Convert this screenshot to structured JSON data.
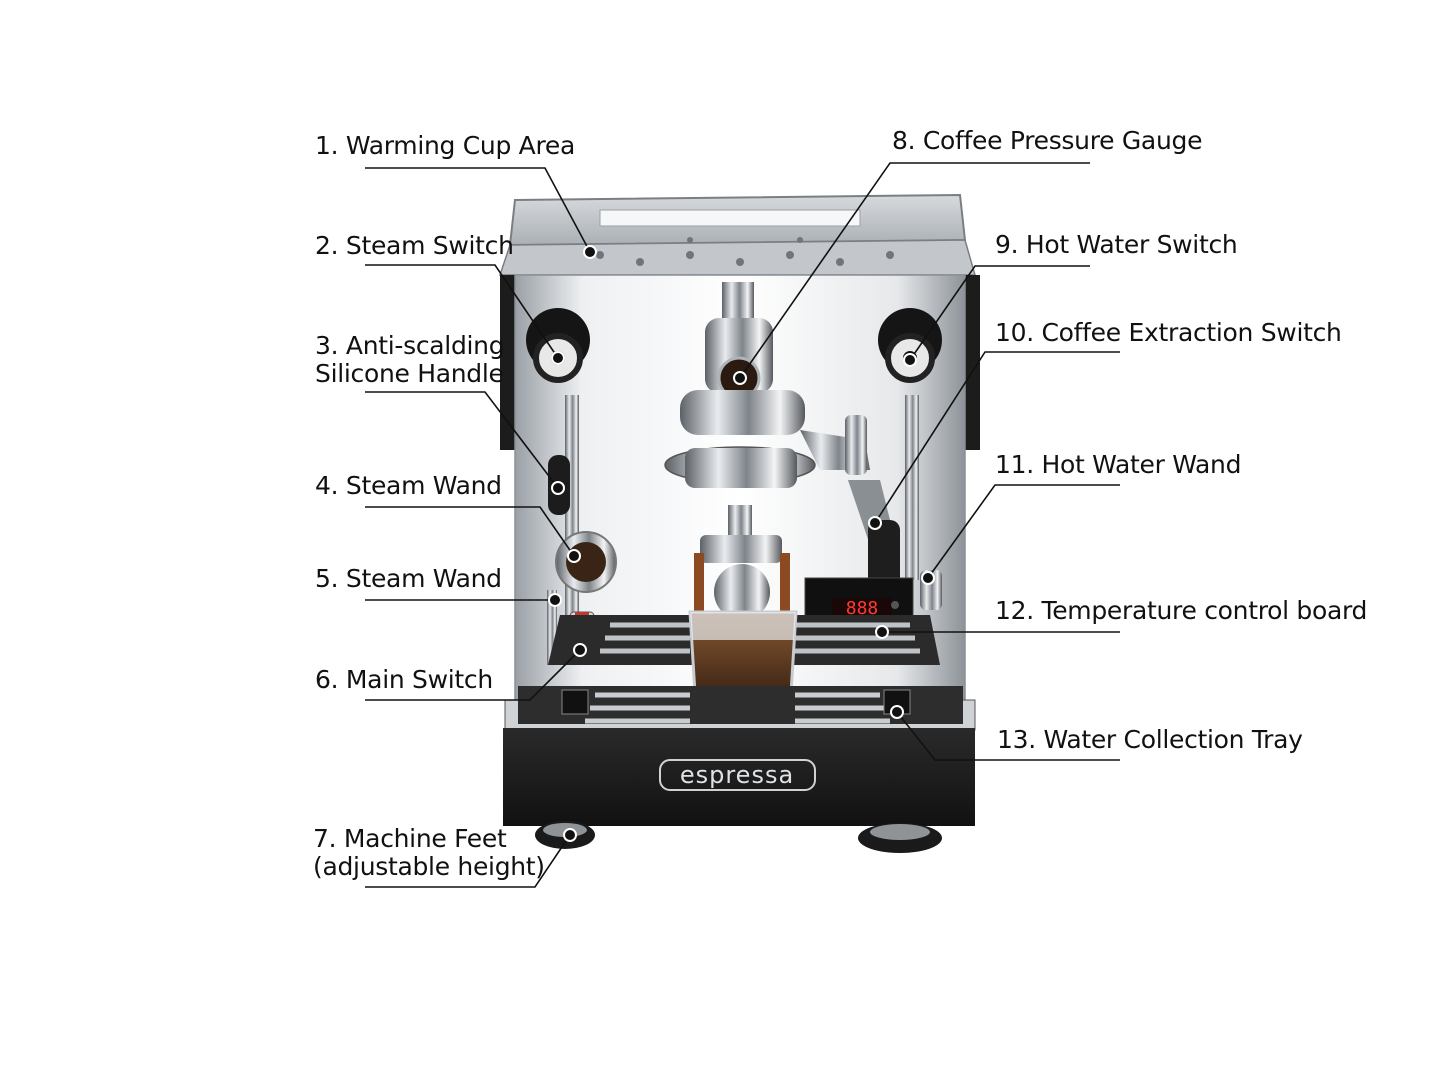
{
  "labels": [
    {
      "id": "warming-cup-area",
      "lines": [
        "1. Warming Cup Area"
      ]
    },
    {
      "id": "steam-switch",
      "lines": [
        "2. Steam Switch"
      ]
    },
    {
      "id": "anti-scalding-handle",
      "lines": [
        "3. Anti-scalding",
        "Silicone Handle"
      ]
    },
    {
      "id": "steam-wand-4",
      "lines": [
        "4. Steam Wand"
      ]
    },
    {
      "id": "steam-wand-5",
      "lines": [
        "5. Steam Wand"
      ]
    },
    {
      "id": "main-switch",
      "lines": [
        "6. Main Switch"
      ]
    },
    {
      "id": "machine-feet",
      "lines": [
        "7. Machine Feet",
        "(adjustable height)"
      ]
    },
    {
      "id": "coffee-pressure-gauge",
      "lines": [
        "8. Coffee Pressure Gauge"
      ]
    },
    {
      "id": "hot-water-switch",
      "lines": [
        "9. Hot Water Switch"
      ]
    },
    {
      "id": "coffee-extraction-switch",
      "lines": [
        "10. Coffee Extraction Switch"
      ]
    },
    {
      "id": "hot-water-wand",
      "lines": [
        "11. Hot Water Wand"
      ]
    },
    {
      "id": "temperature-control-board",
      "lines": [
        "12. Temperature control board"
      ]
    },
    {
      "id": "water-collection-tray",
      "lines": [
        "13. Water Collection Tray"
      ]
    }
  ],
  "brand": "espressa",
  "display_readout": "888",
  "colors": {
    "steel": "#c9cdd1",
    "black": "#1a1a1a",
    "coffee": "#6b3a1f"
  }
}
